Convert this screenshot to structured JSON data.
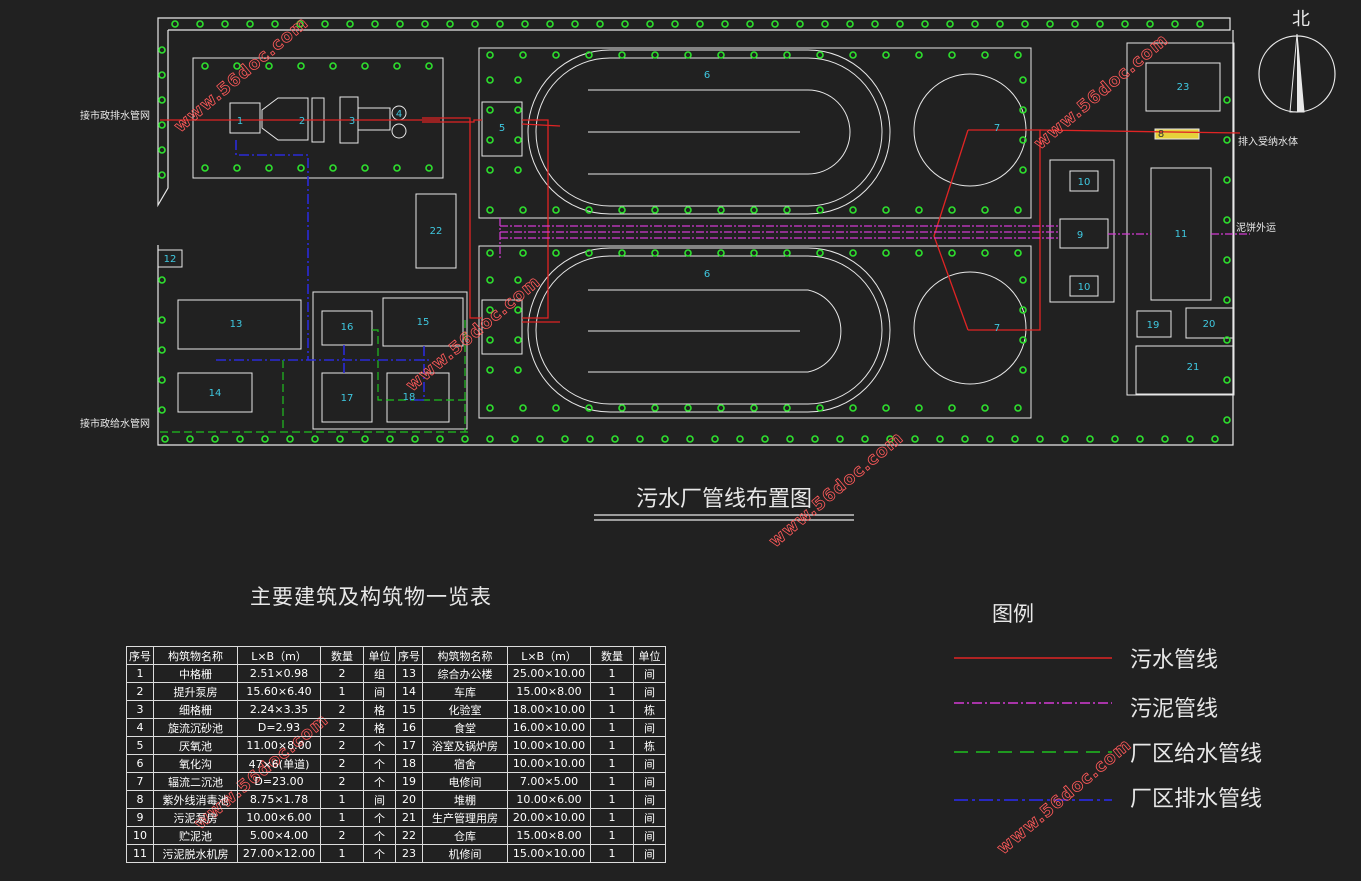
{
  "drawing": {
    "title": "污水厂管线布置图",
    "north": "北",
    "label_inlet_sewer": "接市政排水管网",
    "label_inlet_water": "接市政给水管网",
    "label_outlet": "排入受纳水体",
    "label_sludge": "泥饼外运",
    "watermark": "www.56doc.com",
    "unit_numbers": [
      "1",
      "2",
      "3",
      "4",
      "5",
      "6",
      "7",
      "8",
      "9",
      "10",
      "11",
      "12",
      "13",
      "14",
      "15",
      "16",
      "17",
      "18",
      "19",
      "20",
      "21",
      "22",
      "23"
    ]
  },
  "legend": {
    "title": "图例",
    "items": [
      {
        "label": "污水管线",
        "color": "#e02424",
        "style": "solid"
      },
      {
        "label": "污泥管线",
        "color": "#d43bd4",
        "style": "dashdot"
      },
      {
        "label": "厂区给水管线",
        "color": "#1fbf1f",
        "style": "dashed"
      },
      {
        "label": "厂区排水管线",
        "color": "#2a2ad8",
        "style": "dashdot"
      }
    ]
  },
  "table": {
    "title": "主要建筑及构筑物一览表",
    "headers": [
      "序号",
      "构筑物名称",
      "L×B（m）",
      "数量",
      "单位",
      "序号",
      "构筑物名称",
      "L×B（m）",
      "数量",
      "单位"
    ],
    "rows": [
      [
        "1",
        "中格栅",
        "2.51×0.98",
        "2",
        "组",
        "13",
        "综合办公楼",
        "25.00×10.00",
        "1",
        "间"
      ],
      [
        "2",
        "提升泵房",
        "15.60×6.40",
        "1",
        "间",
        "14",
        "车库",
        "15.00×8.00",
        "1",
        "间"
      ],
      [
        "3",
        "细格栅",
        "2.24×3.35",
        "2",
        "格",
        "15",
        "化验室",
        "18.00×10.00",
        "1",
        "栋"
      ],
      [
        "4",
        "旋流沉砂池",
        "D=2.93",
        "2",
        "格",
        "16",
        "食堂",
        "16.00×10.00",
        "1",
        "间"
      ],
      [
        "5",
        "厌氧池",
        "11.00×8.00",
        "2",
        "个",
        "17",
        "浴室及锅炉房",
        "10.00×10.00",
        "1",
        "栋"
      ],
      [
        "6",
        "氧化沟",
        "47×6(单道)",
        "2",
        "个",
        "18",
        "宿舍",
        "10.00×10.00",
        "1",
        "间"
      ],
      [
        "7",
        "辐流二沉池",
        "D=23.00",
        "2",
        "个",
        "19",
        "电修间",
        "7.00×5.00",
        "1",
        "间"
      ],
      [
        "8",
        "紫外线消毒池",
        "8.75×1.78",
        "1",
        "间",
        "20",
        "堆棚",
        "10.00×6.00",
        "1",
        "间"
      ],
      [
        "9",
        "污泥泵房",
        "10.00×6.00",
        "1",
        "个",
        "21",
        "生产管理用房",
        "20.00×10.00",
        "1",
        "间"
      ],
      [
        "10",
        "贮泥池",
        "5.00×4.00",
        "2",
        "个",
        "22",
        "仓库",
        "15.00×8.00",
        "1",
        "间"
      ],
      [
        "11",
        "污泥脱水机房",
        "27.00×12.00",
        "1",
        "个",
        "23",
        "机修间",
        "15.00×10.00",
        "1",
        "间"
      ]
    ]
  },
  "colors": {
    "background": "#212121",
    "outline": "#e8e8e8",
    "number": "#3fc8e0",
    "sewage": "#e02424",
    "sludge": "#d43bd4",
    "water": "#1fbf1f",
    "drain": "#2a2ad8",
    "tree": "#2ee02e"
  }
}
